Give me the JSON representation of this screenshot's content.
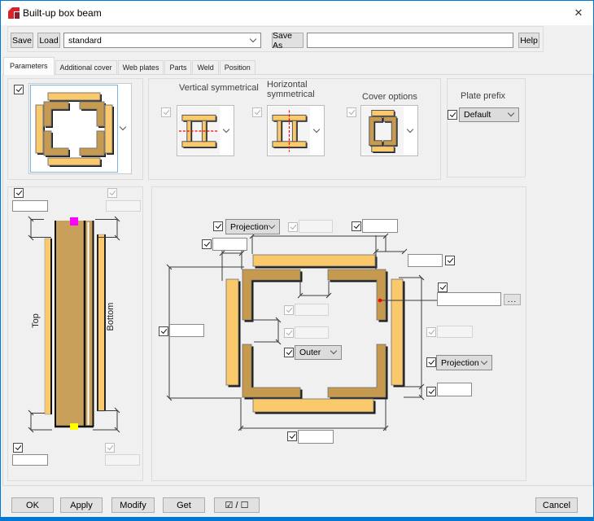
{
  "window": {
    "title": "Built-up box beam",
    "close_glyph": "✕"
  },
  "toolbar": {
    "save": "Save",
    "load": "Load",
    "profile_value": "standard",
    "save_as": "Save As",
    "save_as_value": "",
    "help": "Help"
  },
  "tabs": {
    "parameters": "Parameters",
    "additional_cover": "Additional cover",
    "web_plates": "Web plates",
    "parts": "Parts",
    "weld": "Weld",
    "position": "Position"
  },
  "top_row": {
    "vertical_symmetrical": "Vertical symmetrical",
    "horizontal_line1": "Horizontal",
    "horizontal_line2": "symmetrical",
    "cover_options": "Cover options",
    "plate_prefix": "Plate prefix",
    "plate_prefix_value": "Default"
  },
  "elevation": {
    "top": "Top",
    "bottom": "Bottom",
    "top_field": "",
    "top_field_aux": "",
    "bottom_field": "",
    "bottom_field_aux": ""
  },
  "section": {
    "projection_top": "Projection",
    "aux_top_field": "",
    "top_right_field": "",
    "top_left_field": "",
    "plate_offset_field": "",
    "left_field": "",
    "inner_field_1": "",
    "inner_field_2": "",
    "outer_value": "Outer",
    "part_field": "",
    "browse": "...",
    "right_aux_field": "",
    "projection_right": "Projection",
    "right_field": "",
    "bottom_field": ""
  },
  "footer": {
    "ok": "OK",
    "apply": "Apply",
    "modify": "Modify",
    "get": "Get",
    "toggle": "☑ / ☐",
    "cancel": "Cancel"
  },
  "colors": {
    "accent_blue": "#0078d7",
    "plate_yellow": "#fac96c",
    "plate_tan": "#c8a05a",
    "marker_magenta": "#ff00ff",
    "marker_yellow": "#ffff00",
    "symmetry_red": "#ff0000"
  }
}
